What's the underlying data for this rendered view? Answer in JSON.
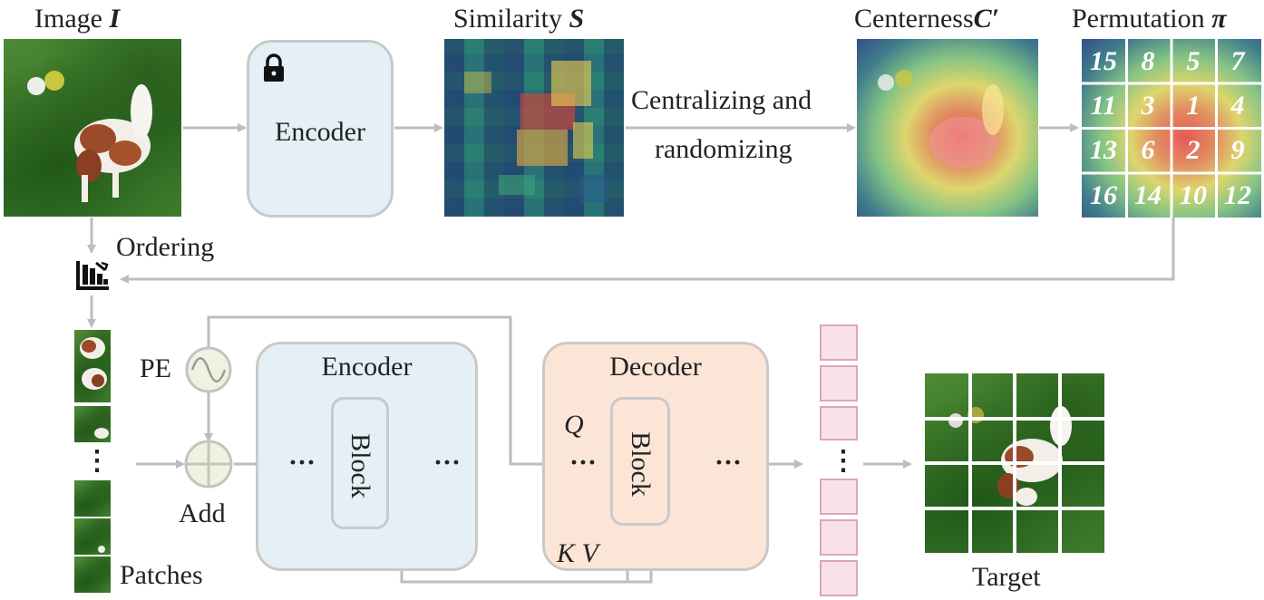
{
  "top": {
    "image_label": "Image",
    "image_symbol": "I",
    "encoder_label": "Encoder",
    "similarity_label": "Similarity",
    "similarity_symbol": "S",
    "transform_line1": "Centralizing and",
    "transform_line2": "randomizing",
    "centerness_label": "Centerness",
    "centerness_symbol": "C′",
    "permutation_label": "Permutation",
    "permutation_symbol": "π",
    "permutation_numbers": [
      "15",
      "8",
      "5",
      "7",
      "11",
      "3",
      "1",
      "4",
      "13",
      "6",
      "2",
      "9",
      "16",
      "14",
      "10",
      "12"
    ]
  },
  "bottom": {
    "ordering_label": "Ordering",
    "pe_label": "PE",
    "add_label": "Add",
    "patches_label": "Patches",
    "patches_ellipsis": "⋮",
    "encoder_label": "Encoder",
    "encoder_block": "Block",
    "decoder_label": "Decoder",
    "decoder_block": "Block",
    "q_label": "Q",
    "kv_label": "K V",
    "ellipsis": "···",
    "tokens_ellipsis": "⋮",
    "target_label": "Target"
  },
  "icons": {
    "lock": "lock-icon",
    "ordering": "sort-chart-icon",
    "pe": "sine-wave-icon",
    "add": "plus-circle-icon"
  },
  "colors": {
    "encoder_fill": "#e4f0f6",
    "decoder_fill": "#fbe5d6",
    "token_fill": "#f9e1e8",
    "arrow": "#bdbdbd",
    "pe_fill": "#eef3e0"
  }
}
